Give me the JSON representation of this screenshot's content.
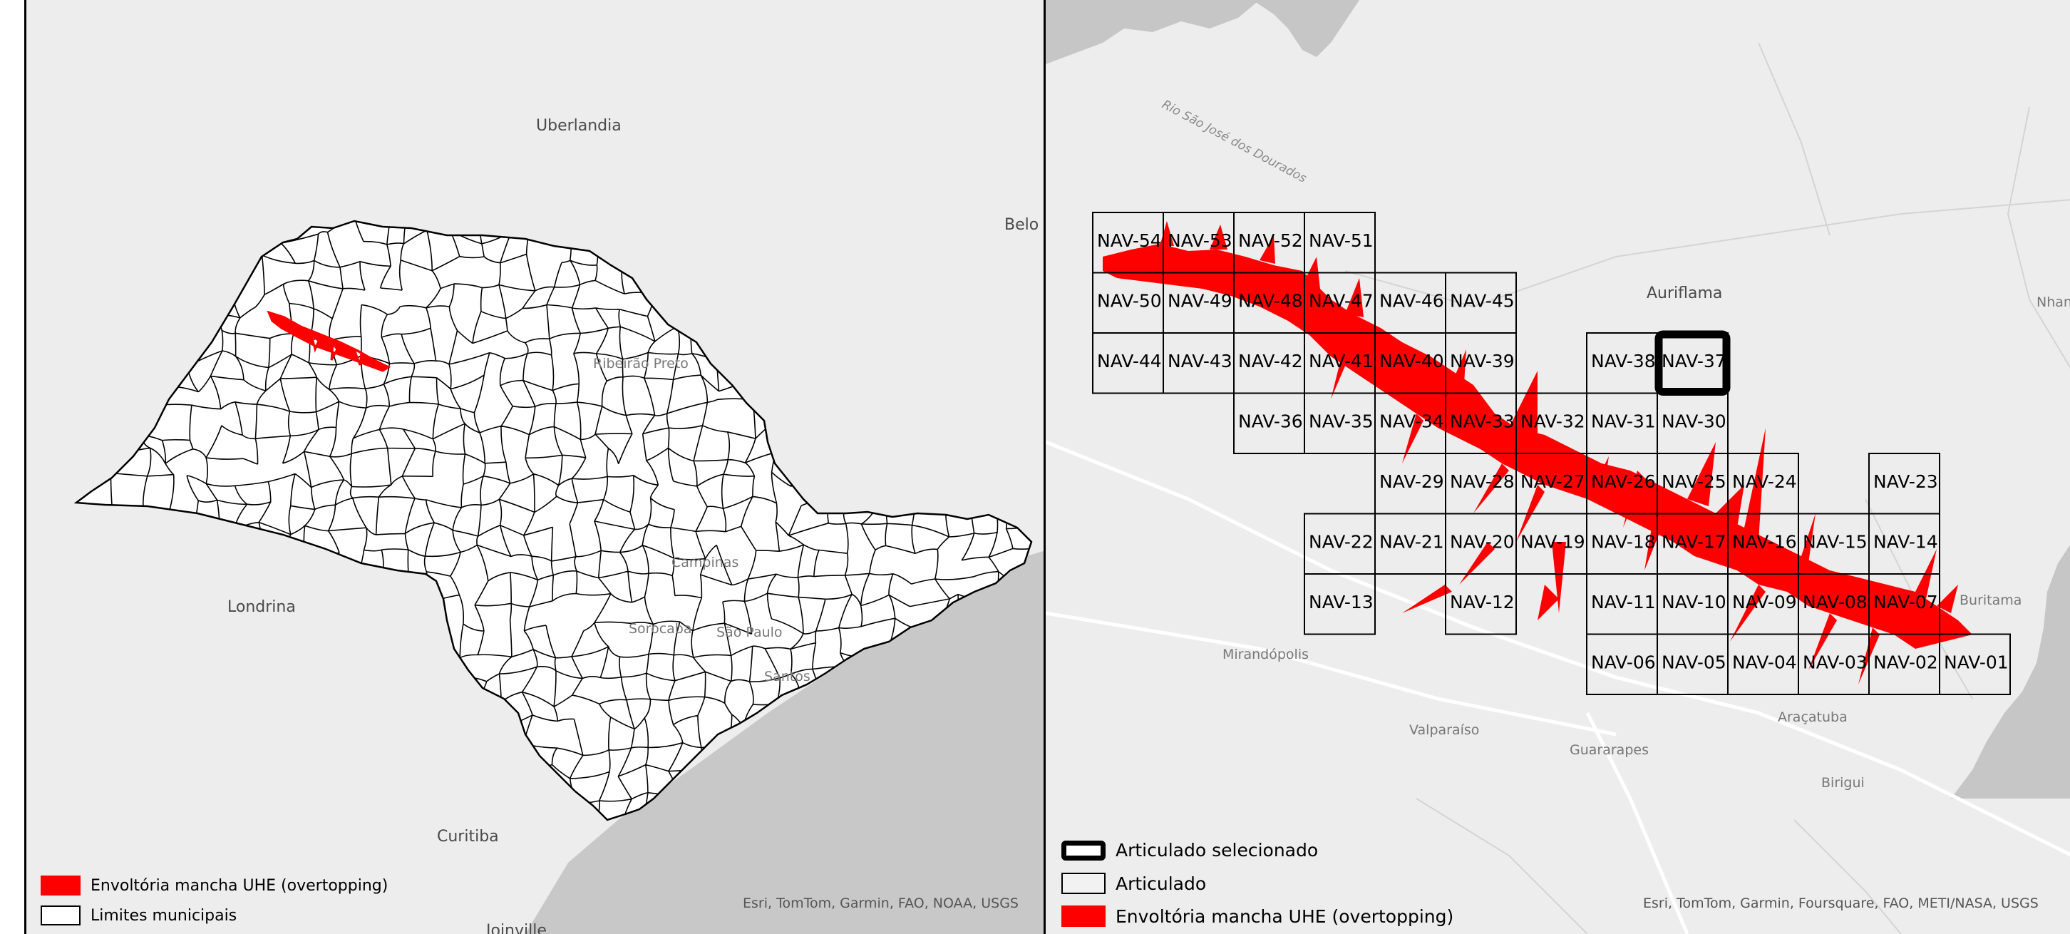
{
  "left_map": {
    "cities": [
      "Uberlandia",
      "Ribeirão Preto",
      "Londrina",
      "Campinas",
      "Sorocaba",
      "São Paulo",
      "Santos",
      "Curitiba",
      "Joinville",
      "Belo Horizonte"
    ],
    "legend": [
      {
        "label": "Envoltória mancha UHE (overtopping)",
        "color": "#ff0000"
      },
      {
        "label": "Limites municipais",
        "color": "#ffffff"
      }
    ],
    "attribution": "Esri, TomTom, Garmin, FAO, NOAA, USGS"
  },
  "right_map": {
    "cities": [
      "Auriflama",
      "Mirandópolis",
      "Valparaíso",
      "Guararapes",
      "Araçatuba",
      "Birigui",
      "Buritama",
      "Nhandeara"
    ],
    "river_label": "Rio São José dos Dourados",
    "selected_tile": "NAV-37",
    "tiles": [
      "NAV-01",
      "NAV-02",
      "NAV-03",
      "NAV-04",
      "NAV-05",
      "NAV-06",
      "NAV-07",
      "NAV-08",
      "NAV-09",
      "NAV-10",
      "NAV-11",
      "NAV-12",
      "NAV-13",
      "NAV-14",
      "NAV-15",
      "NAV-16",
      "NAV-17",
      "NAV-18",
      "NAV-19",
      "NAV-20",
      "NAV-21",
      "NAV-22",
      "NAV-23",
      "NAV-24",
      "NAV-25",
      "NAV-26",
      "NAV-27",
      "NAV-28",
      "NAV-29",
      "NAV-30",
      "NAV-31",
      "NAV-32",
      "NAV-33",
      "NAV-34",
      "NAV-35",
      "NAV-36",
      "NAV-37",
      "NAV-38",
      "NAV-39",
      "NAV-40",
      "NAV-41",
      "NAV-42",
      "NAV-43",
      "NAV-44",
      "NAV-45",
      "NAV-46",
      "NAV-47",
      "NAV-48",
      "NAV-49",
      "NAV-50",
      "NAV-51",
      "NAV-52",
      "NAV-53",
      "NAV-54"
    ],
    "legend": [
      {
        "label": "Articulado selecionado",
        "color": "#000000"
      },
      {
        "label": "Articulado",
        "color": "#ffffff"
      },
      {
        "label": "Envoltória mancha UHE (overtopping)",
        "color": "#ff0000"
      }
    ],
    "attribution": "Esri, TomTom, Garmin, Foursquare, FAO, METI/NASA, USGS"
  }
}
